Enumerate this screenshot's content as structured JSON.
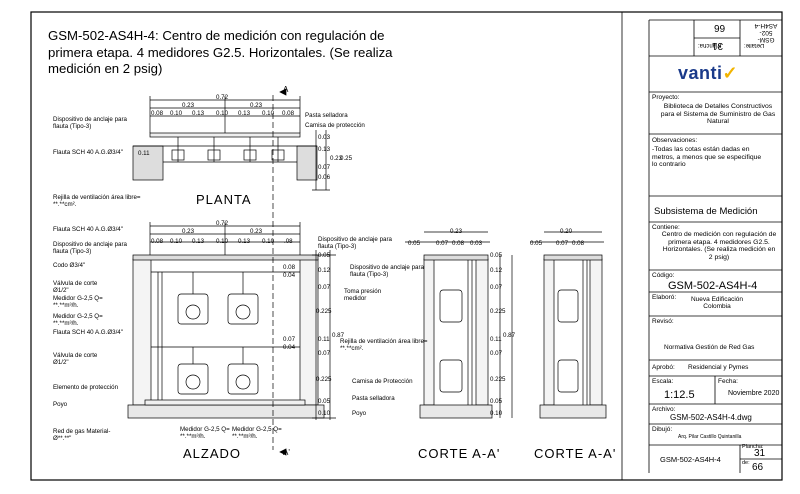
{
  "title": "GSM-502-AS4H-4: Centro de medición con regulación de primera etapa.  4 medidores G2.5. Horizontales. (Se realiza medición en 2 psig)",
  "views": {
    "planta": "PLANTA",
    "alzado": "ALZADO",
    "corte1": "CORTE A-A'",
    "corte2": "CORTE A-A'"
  },
  "section_marks": {
    "a_top": "A",
    "a_bottom": "A'"
  },
  "labels": {
    "pasta_selladora": "Pasta selladora",
    "camisa_proteccion": "Camisa de protección",
    "dispositivo_anclaje": "Dispositivo de anclaje para flauta (Tipo-3)",
    "flauta_sch40": "Flauta SCH 40 A.G.Ø3/4\"",
    "rejilla": "Rejilla de ventilación área libre=  **.**cm².",
    "codo": "Codo Ø3/4\"",
    "valvula_corte": "Válvula de corte Ø1/2\"",
    "medidor_g25": "Medidor G-2,5 Q=  **.**m³/h.",
    "elemento_proteccion": "Elemento de protección",
    "poyo": "Poyo",
    "red_gas": "Red de gas Material-Ø**.**\"",
    "toma_presion": "Toma presión medidor",
    "camisa_proteccion2": "Camisa de Protección",
    "pasta_selladora2": "Pasta selladora",
    "poyo2": "Poyo",
    "dispositivo_anclaje_corte": "Dispositivo de anclaje para flauta (Tipo-3)",
    "rejilla_corte": "Rejilla de ventilación área libre=  **.**cm²."
  },
  "dims_planta": {
    "total": "0.72",
    "half_left": "0.23",
    "half_right": "0.23",
    "parts": [
      "0.08",
      "0.10",
      "0.13",
      "0.10",
      "0.13",
      "0.10",
      "0.08"
    ],
    "vert": [
      "0.03",
      "0.13",
      "0.07",
      "0.06",
      "0.23",
      "0.25"
    ],
    "small": "0.11"
  },
  "dims_alzado": {
    "total": "0.72",
    "half_left": "0.23",
    "half_right": "0.23",
    "parts": [
      "0.08",
      "0.10",
      "0.13",
      "0.10",
      "0.13",
      "0.10",
      ".08"
    ],
    "vert": [
      "0.05",
      "0.12",
      "0.07",
      "0.225",
      "0.11",
      "0.07",
      "0.225",
      "0.05",
      "0.10"
    ],
    "total_v": "0.87",
    "side": [
      "0.08",
      "0.04",
      "0.07",
      "0.04"
    ]
  },
  "dims_corte1": {
    "total": "0.23",
    "parts": [
      "0.05",
      "0.07",
      "0.08",
      "0.03"
    ],
    "total_v": "0.87"
  },
  "dims_corte2": {
    "total": "0.20",
    "parts": [
      "0.05",
      "0.07",
      "0.08"
    ]
  },
  "title_block": {
    "top_code": "GSM-502-AS4H-4",
    "detalle_lbl": "Detalle:",
    "plancha_lbl": "Plancha:",
    "plancha_top": "31",
    "de_top": "66",
    "de_lbl": "de:",
    "logo": "vanti",
    "proyecto_lbl": "Proyecto:",
    "proyecto": "Biblioteca de Detalles Constructivos para el Sistema de Suministro de Gas Natural",
    "observaciones_lbl": "Observaciones:",
    "observaciones": "-Todas las cotas están dadas en metros, a menos que se especifique lo contrario",
    "subsistema": "Subsistema de Medición",
    "contiene_lbl": "Contiene:",
    "contiene": "Centro de medición con regulación de primera etapa. 4 medidores G2.5. Horizontales. (Se realiza medición en 2 psig)",
    "codigo_lbl": "Código:",
    "codigo": "GSM-502-AS4H-4",
    "elaboro_lbl": "Elaboró:",
    "elaboro": "Nueva Edificación Colombia",
    "reviso_lbl": "Revisó:",
    "reviso": "Normativa Gestión de Red Gas",
    "aprobo_lbl": "Aprobó:",
    "aprobo": "Residencial y Pymes",
    "escala_lbl": "Escala:",
    "escala": "1:12.5",
    "fecha_lbl": "Fecha:",
    "fecha": "Noviembre 2020",
    "archivo_lbl": "Archivo:",
    "archivo": "GSM-502-AS4H-4.dwg",
    "dibujo_lbl": "Dibujó:",
    "dibujo": "Arq. Pilar Castillo Quintanilla",
    "bottom_code": "GSM-502-AS4H-4",
    "plancha_bottom_lbl": "Plancha:",
    "plancha_bottom": "31",
    "de_bottom_lbl": "de:",
    "de_bottom": "66"
  }
}
